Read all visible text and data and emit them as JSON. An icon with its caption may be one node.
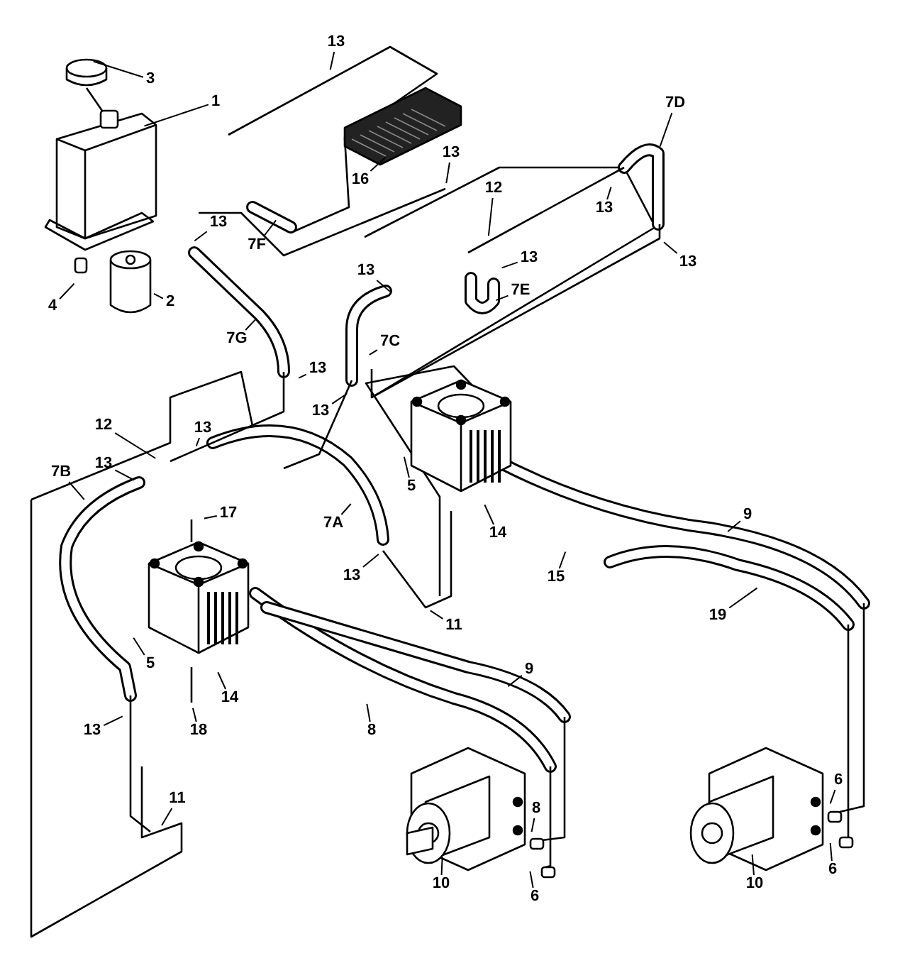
{
  "diagram": {
    "nodes": [
      {
        "text": [
          "3"
        ]
      },
      {
        "text": [
          "13"
        ]
      },
      {
        "text": [
          "7D"
        ]
      },
      {
        "text": [
          "1"
        ]
      },
      {
        "text": [
          "13"
        ]
      },
      {
        "text": [
          "16"
        ]
      },
      {
        "text": [
          "12"
        ]
      },
      {
        "text": [
          "13"
        ]
      },
      {
        "text": [
          "13"
        ]
      },
      {
        "text": [
          "7F"
        ]
      },
      {
        "text": [
          "13"
        ]
      },
      {
        "text": [
          "13"
        ]
      },
      {
        "text": [
          "13"
        ]
      },
      {
        "text": [
          "7E"
        ]
      },
      {
        "text": [
          "2"
        ]
      },
      {
        "text": [
          "4"
        ]
      },
      {
        "text": [
          "7G"
        ]
      },
      {
        "text": [
          "7C"
        ]
      },
      {
        "text": [
          "13"
        ]
      },
      {
        "text": [
          "13"
        ]
      },
      {
        "text": [
          "12"
        ]
      },
      {
        "text": [
          "13"
        ]
      },
      {
        "text": [
          "13"
        ]
      },
      {
        "text": [
          "7B"
        ]
      },
      {
        "text": [
          "5"
        ]
      },
      {
        "text": [
          "17"
        ]
      },
      {
        "text": [
          "9"
        ]
      },
      {
        "text": [
          "7A"
        ]
      },
      {
        "text": [
          "14"
        ]
      },
      {
        "text": [
          "13"
        ]
      },
      {
        "text": [
          "15"
        ]
      },
      {
        "text": [
          "19"
        ]
      },
      {
        "text": [
          "11"
        ]
      },
      {
        "text": [
          "5"
        ]
      },
      {
        "text": [
          "9"
        ]
      },
      {
        "text": [
          "14"
        ]
      },
      {
        "text": [
          "13"
        ]
      },
      {
        "text": [
          "18"
        ]
      },
      {
        "text": [
          "8"
        ]
      },
      {
        "text": [
          "6"
        ]
      },
      {
        "text": [
          "11"
        ]
      },
      {
        "text": [
          "8"
        ]
      },
      {
        "text": [
          "6"
        ]
      },
      {
        "text": [
          "10"
        ]
      },
      {
        "text": [
          "10"
        ]
      },
      {
        "text": [
          "6"
        ]
      }
    ],
    "edges": [
      {
        "from": 0,
        "to": null,
        "arrow": "none"
      },
      {
        "from": 1,
        "to": null,
        "arrow": "none"
      },
      {
        "from": 2,
        "to": null,
        "arrow": "none"
      },
      {
        "from": 3,
        "to": null,
        "arrow": "none"
      },
      {
        "from": 4,
        "to": null,
        "arrow": "none"
      },
      {
        "from": 5,
        "to": null,
        "arrow": "none"
      },
      {
        "from": 6,
        "to": null,
        "arrow": "none"
      },
      {
        "from": 7,
        "to": null,
        "arrow": "none"
      },
      {
        "from": 8,
        "to": null,
        "arrow": "none"
      },
      {
        "from": 9,
        "to": null,
        "arrow": "none"
      },
      {
        "from": 10,
        "to": null,
        "arrow": "none"
      },
      {
        "from": 11,
        "to": null,
        "arrow": "none"
      },
      {
        "from": 12,
        "to": null,
        "arrow": "none"
      },
      {
        "from": 13,
        "to": null,
        "arrow": "none"
      },
      {
        "from": 14,
        "to": null,
        "arrow": "none"
      },
      {
        "from": 15,
        "to": null,
        "arrow": "none"
      },
      {
        "from": 16,
        "to": null,
        "arrow": "none"
      },
      {
        "from": 17,
        "to": null,
        "arrow": "none"
      },
      {
        "from": 18,
        "to": null,
        "arrow": "none"
      },
      {
        "from": 19,
        "to": null,
        "arrow": "none"
      },
      {
        "from": 20,
        "to": null,
        "arrow": "none"
      },
      {
        "from": 21,
        "to": null,
        "arrow": "none"
      },
      {
        "from": 22,
        "to": null,
        "arrow": "none"
      },
      {
        "from": 23,
        "to": null,
        "arrow": "none"
      },
      {
        "from": 24,
        "to": null,
        "arrow": "none"
      },
      {
        "from": 25,
        "to": null,
        "arrow": "none"
      },
      {
        "from": 26,
        "to": null,
        "arrow": "none"
      },
      {
        "from": 27,
        "to": null,
        "arrow": "none"
      },
      {
        "from": 28,
        "to": null,
        "arrow": "none"
      },
      {
        "from": 29,
        "to": null,
        "arrow": "none"
      },
      {
        "from": 30,
        "to": null,
        "arrow": "none"
      },
      {
        "from": 31,
        "to": null,
        "arrow": "none"
      },
      {
        "from": 32,
        "to": null,
        "arrow": "none"
      },
      {
        "from": 33,
        "to": null,
        "arrow": "none"
      },
      {
        "from": 34,
        "to": null,
        "arrow": "none"
      },
      {
        "from": 35,
        "to": null,
        "arrow": "none"
      },
      {
        "from": 36,
        "to": null,
        "arrow": "none"
      },
      {
        "from": 37,
        "to": null,
        "arrow": "none"
      },
      {
        "from": 38,
        "to": null,
        "arrow": "none"
      },
      {
        "from": 39,
        "to": null,
        "arrow": "none"
      },
      {
        "from": 40,
        "to": null,
        "arrow": "none"
      },
      {
        "from": 41,
        "to": null,
        "arrow": "none"
      },
      {
        "from": 42,
        "to": null,
        "arrow": "none"
      },
      {
        "from": 43,
        "to": null,
        "arrow": "none"
      },
      {
        "from": 44,
        "to": null,
        "arrow": "none"
      },
      {
        "from": 45,
        "to": null,
        "arrow": "none"
      }
    ]
  }
}
